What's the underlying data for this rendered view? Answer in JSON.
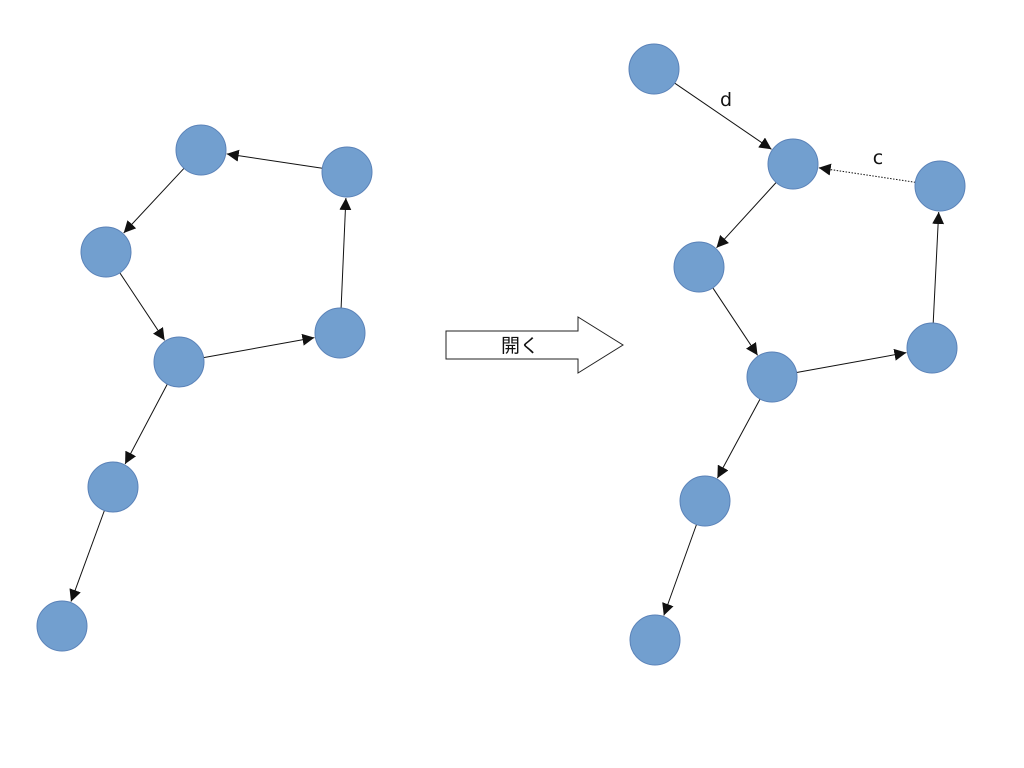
{
  "colors": {
    "node_fill": "#729fcf",
    "edge": "#111111"
  },
  "left_graph": {
    "nodes": [
      "n1",
      "n2",
      "n3",
      "n4",
      "n5",
      "n6",
      "n7"
    ],
    "edges": [
      {
        "from": "n2",
        "to": "n1",
        "style": "solid"
      },
      {
        "from": "n1",
        "to": "n3",
        "style": "solid"
      },
      {
        "from": "n3",
        "to": "n4",
        "style": "solid"
      },
      {
        "from": "n4",
        "to": "n5",
        "style": "solid"
      },
      {
        "from": "n5",
        "to": "n2",
        "style": "solid"
      },
      {
        "from": "n4",
        "to": "n6",
        "style": "solid"
      },
      {
        "from": "n6",
        "to": "n7",
        "style": "solid"
      }
    ]
  },
  "transform_arrow": {
    "label": "開く"
  },
  "right_graph": {
    "nodes": [
      "d",
      "m1",
      "m2",
      "m3",
      "m4",
      "m5",
      "m6",
      "m7"
    ],
    "edges": [
      {
        "from": "d",
        "to": "m1",
        "style": "solid",
        "label": "d"
      },
      {
        "from": "m2",
        "to": "m1",
        "style": "dotted",
        "label": "c"
      },
      {
        "from": "m1",
        "to": "m3",
        "style": "solid"
      },
      {
        "from": "m3",
        "to": "m4",
        "style": "solid"
      },
      {
        "from": "m4",
        "to": "m5",
        "style": "solid"
      },
      {
        "from": "m5",
        "to": "m2",
        "style": "solid"
      },
      {
        "from": "m4",
        "to": "m6",
        "style": "solid"
      },
      {
        "from": "m6",
        "to": "m7",
        "style": "solid"
      }
    ]
  }
}
